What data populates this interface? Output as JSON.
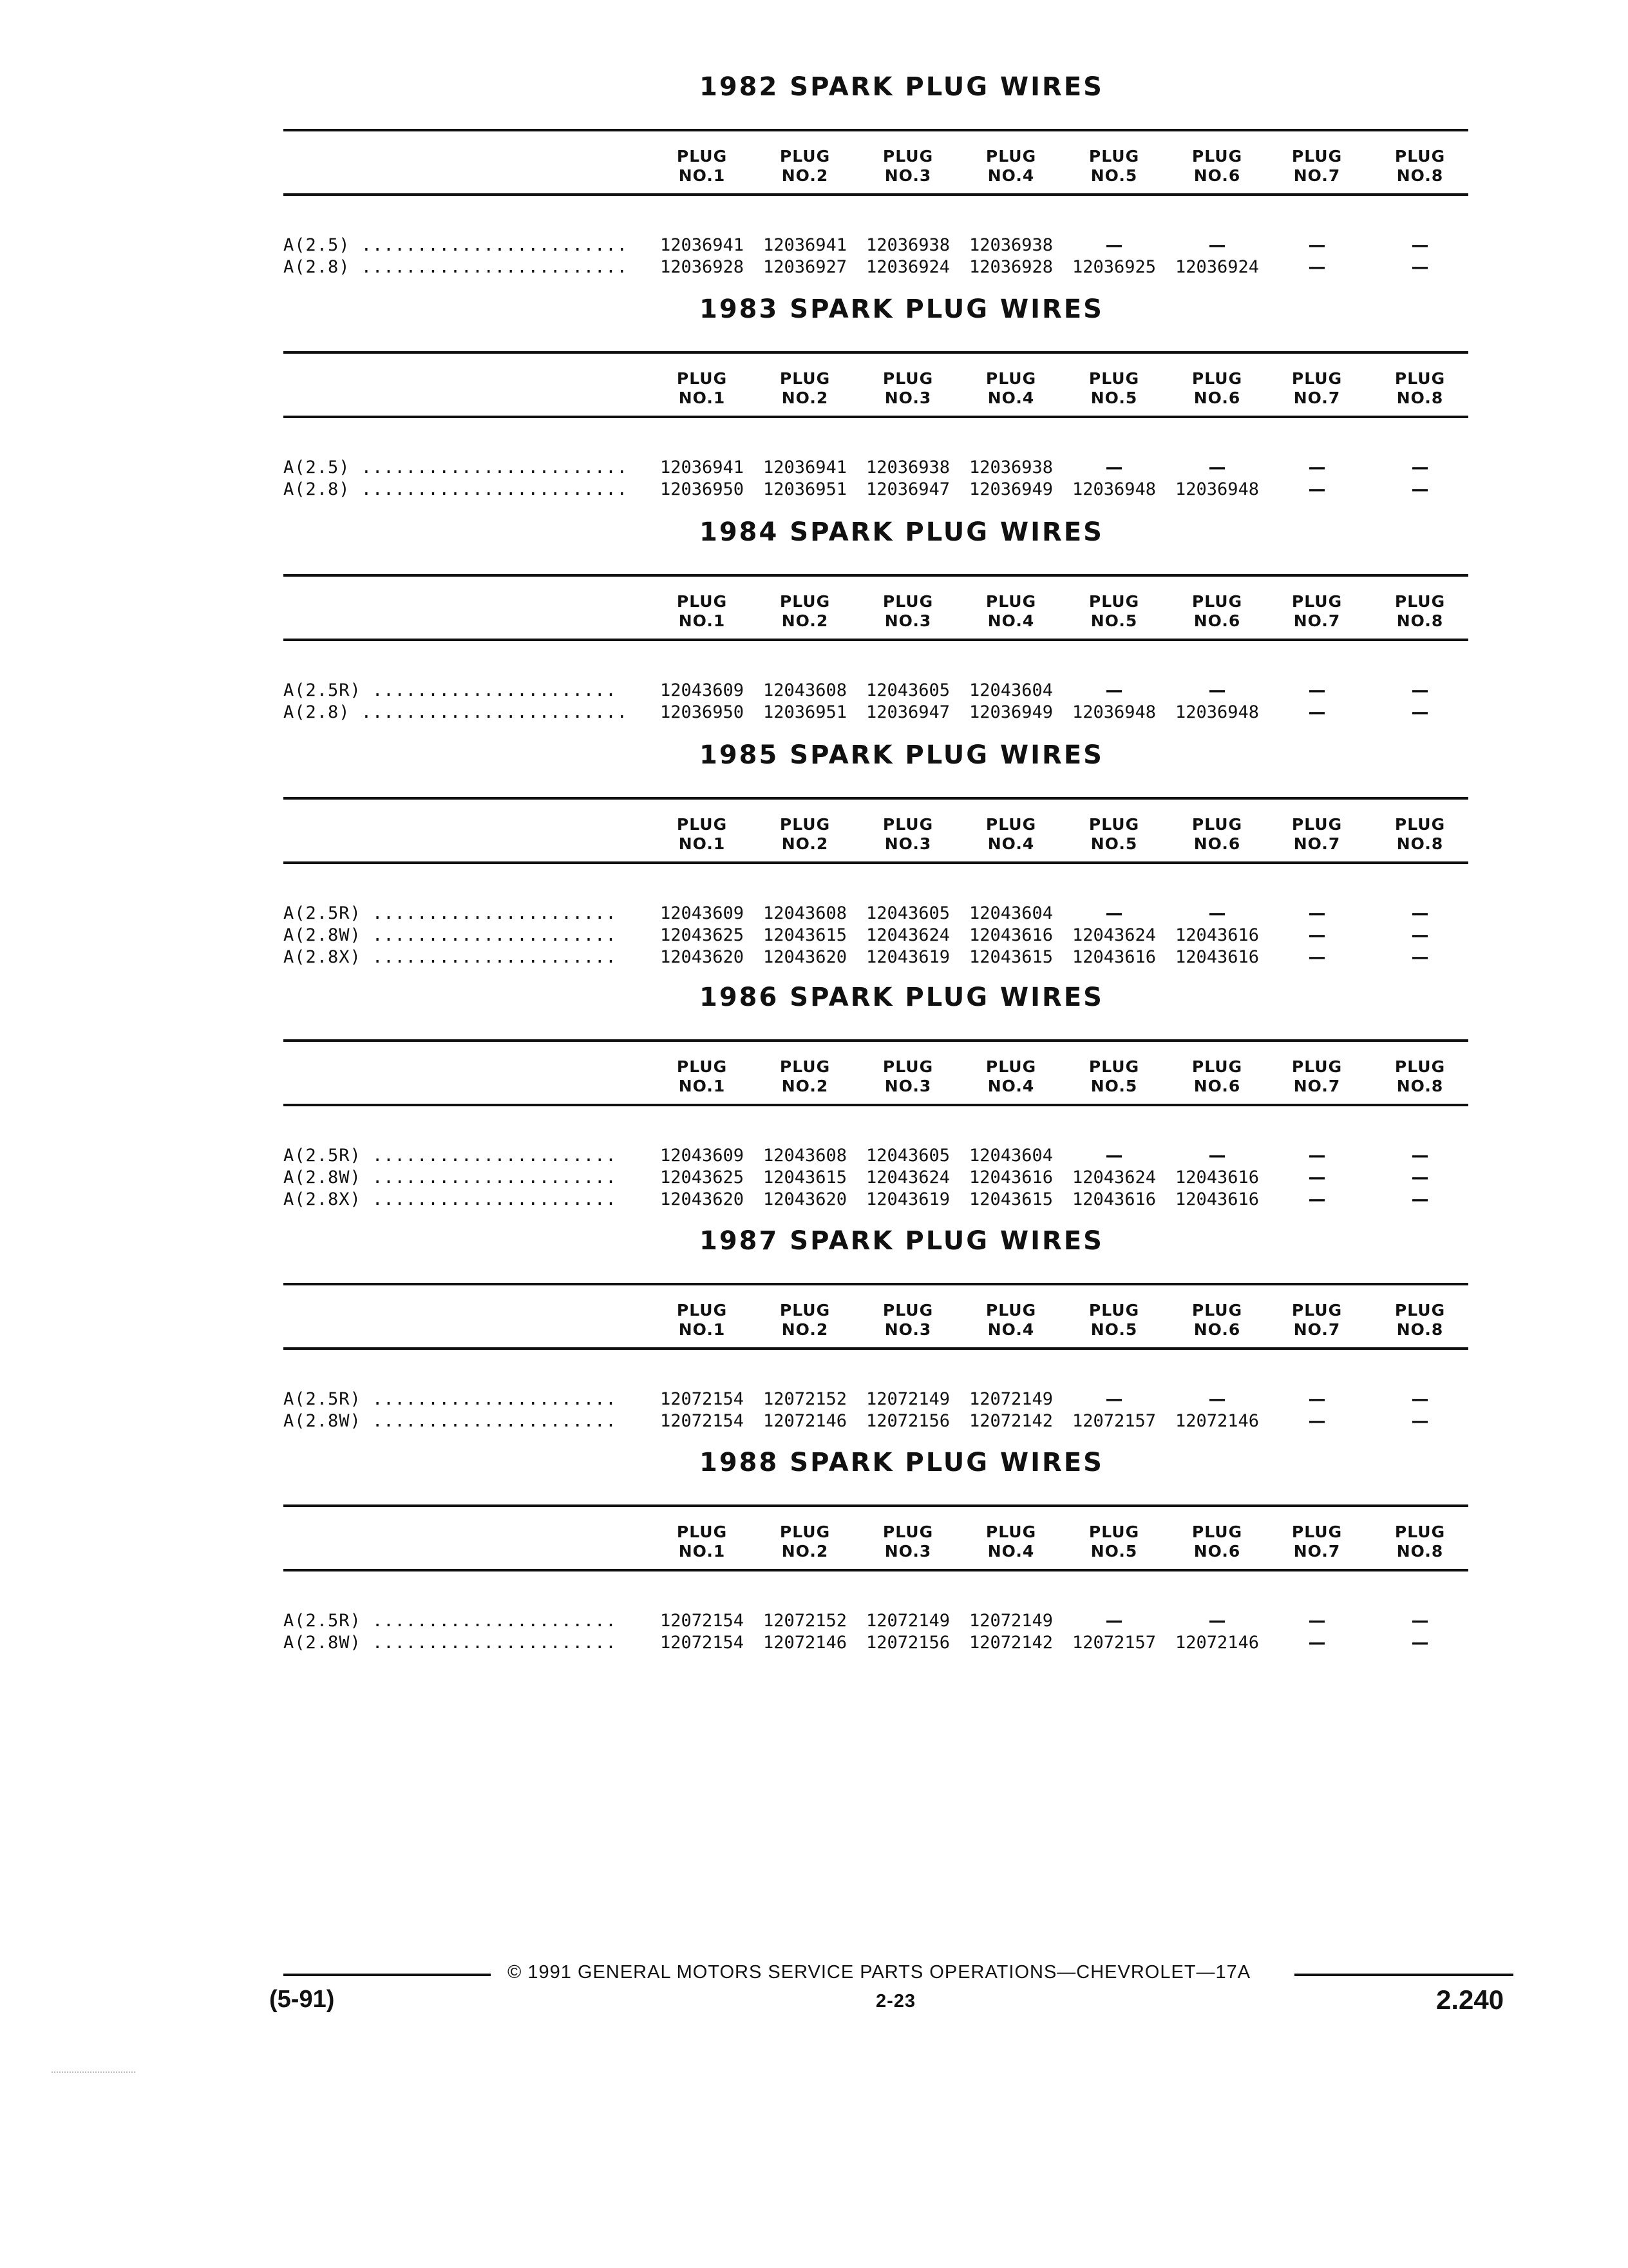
{
  "sections": [
    {
      "title": "1982 SPARK PLUG WIRES",
      "headers": [
        [
          "PLUG",
          "NO.1"
        ],
        [
          "PLUG",
          "NO.2"
        ],
        [
          "PLUG",
          "NO.3"
        ],
        [
          "PLUG",
          "NO.4"
        ],
        [
          "PLUG",
          "NO.5"
        ],
        [
          "PLUG",
          "NO.6"
        ],
        [
          "PLUG",
          "NO.7"
        ],
        [
          "PLUG",
          "NO.8"
        ]
      ],
      "rows": [
        {
          "label": "A(2.5) ........................",
          "cells": [
            "12036941",
            "12036941",
            "12036938",
            "12036938",
            "—",
            "—",
            "—",
            "—"
          ]
        },
        {
          "label": "A(2.8) ........................",
          "cells": [
            "12036928",
            "12036927",
            "12036924",
            "12036928",
            "12036925",
            "12036924",
            "—",
            "—"
          ]
        }
      ]
    },
    {
      "title": "1983 SPARK PLUG WIRES",
      "headers": [
        [
          "PLUG",
          "NO.1"
        ],
        [
          "PLUG",
          "NO.2"
        ],
        [
          "PLUG",
          "NO.3"
        ],
        [
          "PLUG",
          "NO.4"
        ],
        [
          "PLUG",
          "NO.5"
        ],
        [
          "PLUG",
          "NO.6"
        ],
        [
          "PLUG",
          "NO.7"
        ],
        [
          "PLUG",
          "NO.8"
        ]
      ],
      "rows": [
        {
          "label": "A(2.5) ........................",
          "cells": [
            "12036941",
            "12036941",
            "12036938",
            "12036938",
            "—",
            "—",
            "—",
            "—"
          ]
        },
        {
          "label": "A(2.8) ........................",
          "cells": [
            "12036950",
            "12036951",
            "12036947",
            "12036949",
            "12036948",
            "12036948",
            "—",
            "—"
          ]
        }
      ]
    },
    {
      "title": "1984 SPARK PLUG WIRES",
      "headers": [
        [
          "PLUG",
          "NO.1"
        ],
        [
          "PLUG",
          "NO.2"
        ],
        [
          "PLUG",
          "NO.3"
        ],
        [
          "PLUG",
          "NO.4"
        ],
        [
          "PLUG",
          "NO.5"
        ],
        [
          "PLUG",
          "NO.6"
        ],
        [
          "PLUG",
          "NO.7"
        ],
        [
          "PLUG",
          "NO.8"
        ]
      ],
      "rows": [
        {
          "label": "A(2.5R) ......................",
          "cells": [
            "12043609",
            "12043608",
            "12043605",
            "12043604",
            "—",
            "—",
            "—",
            "—"
          ]
        },
        {
          "label": "A(2.8) ........................",
          "cells": [
            "12036950",
            "12036951",
            "12036947",
            "12036949",
            "12036948",
            "12036948",
            "—",
            "—"
          ]
        }
      ]
    },
    {
      "title": "1985 SPARK PLUG WIRES",
      "headers": [
        [
          "PLUG",
          "NO.1"
        ],
        [
          "PLUG",
          "NO.2"
        ],
        [
          "PLUG",
          "NO.3"
        ],
        [
          "PLUG",
          "NO.4"
        ],
        [
          "PLUG",
          "NO.5"
        ],
        [
          "PLUG",
          "NO.6"
        ],
        [
          "PLUG",
          "NO.7"
        ],
        [
          "PLUG",
          "NO.8"
        ]
      ],
      "rows": [
        {
          "label": "A(2.5R) ......................",
          "cells": [
            "12043609",
            "12043608",
            "12043605",
            "12043604",
            "—",
            "—",
            "—",
            "—"
          ]
        },
        {
          "label": "A(2.8W) ......................",
          "cells": [
            "12043625",
            "12043615",
            "12043624",
            "12043616",
            "12043624",
            "12043616",
            "—",
            "—"
          ]
        },
        {
          "label": "A(2.8X) ......................",
          "cells": [
            "12043620",
            "12043620",
            "12043619",
            "12043615",
            "12043616",
            "12043616",
            "—",
            "—"
          ]
        }
      ]
    },
    {
      "title": "1986 SPARK PLUG WIRES",
      "headers": [
        [
          "PLUG",
          "NO.1"
        ],
        [
          "PLUG",
          "NO.2"
        ],
        [
          "PLUG",
          "NO.3"
        ],
        [
          "PLUG",
          "NO.4"
        ],
        [
          "PLUG",
          "NO.5"
        ],
        [
          "PLUG",
          "NO.6"
        ],
        [
          "PLUG",
          "NO.7"
        ],
        [
          "PLUG",
          "NO.8"
        ]
      ],
      "rows": [
        {
          "label": "A(2.5R) ......................",
          "cells": [
            "12043609",
            "12043608",
            "12043605",
            "12043604",
            "—",
            "—",
            "—",
            "—"
          ]
        },
        {
          "label": "A(2.8W) ......................",
          "cells": [
            "12043625",
            "12043615",
            "12043624",
            "12043616",
            "12043624",
            "12043616",
            "—",
            "—"
          ]
        },
        {
          "label": "A(2.8X) ......................",
          "cells": [
            "12043620",
            "12043620",
            "12043619",
            "12043615",
            "12043616",
            "12043616",
            "—",
            "—"
          ]
        }
      ]
    },
    {
      "title": "1987 SPARK PLUG WIRES",
      "headers": [
        [
          "PLUG",
          "NO.1"
        ],
        [
          "PLUG",
          "NO.2"
        ],
        [
          "PLUG",
          "NO.3"
        ],
        [
          "PLUG",
          "NO.4"
        ],
        [
          "PLUG",
          "NO.5"
        ],
        [
          "PLUG",
          "NO.6"
        ],
        [
          "PLUG",
          "NO.7"
        ],
        [
          "PLUG",
          "NO.8"
        ]
      ],
      "rows": [
        {
          "label": "A(2.5R) ......................",
          "cells": [
            "12072154",
            "12072152",
            "12072149",
            "12072149",
            "—",
            "—",
            "—",
            "—"
          ]
        },
        {
          "label": "A(2.8W) ......................",
          "cells": [
            "12072154",
            "12072146",
            "12072156",
            "12072142",
            "12072157",
            "12072146",
            "—",
            "—"
          ]
        }
      ]
    },
    {
      "title": "1988 SPARK PLUG WIRES",
      "headers": [
        [
          "PLUG",
          "NO.1"
        ],
        [
          "PLUG",
          "NO.2"
        ],
        [
          "PLUG",
          "NO.3"
        ],
        [
          "PLUG",
          "NO.4"
        ],
        [
          "PLUG",
          "NO.5"
        ],
        [
          "PLUG",
          "NO.6"
        ],
        [
          "PLUG",
          "NO.7"
        ],
        [
          "PLUG",
          "NO.8"
        ]
      ],
      "rows": [
        {
          "label": "A(2.5R) ......................",
          "cells": [
            "12072154",
            "12072152",
            "12072149",
            "12072149",
            "—",
            "—",
            "—",
            "—"
          ]
        },
        {
          "label": "A(2.8W) ......................",
          "cells": [
            "12072154",
            "12072146",
            "12072156",
            "12072142",
            "12072157",
            "12072146",
            "—",
            "—"
          ]
        }
      ]
    }
  ],
  "footer": {
    "copyright": "© 1991 GENERAL MOTORS SERVICE PARTS OPERATIONS—CHEVROLET—17A",
    "page": "2-23",
    "revision": "(5-91)",
    "section_number": "2.240"
  }
}
